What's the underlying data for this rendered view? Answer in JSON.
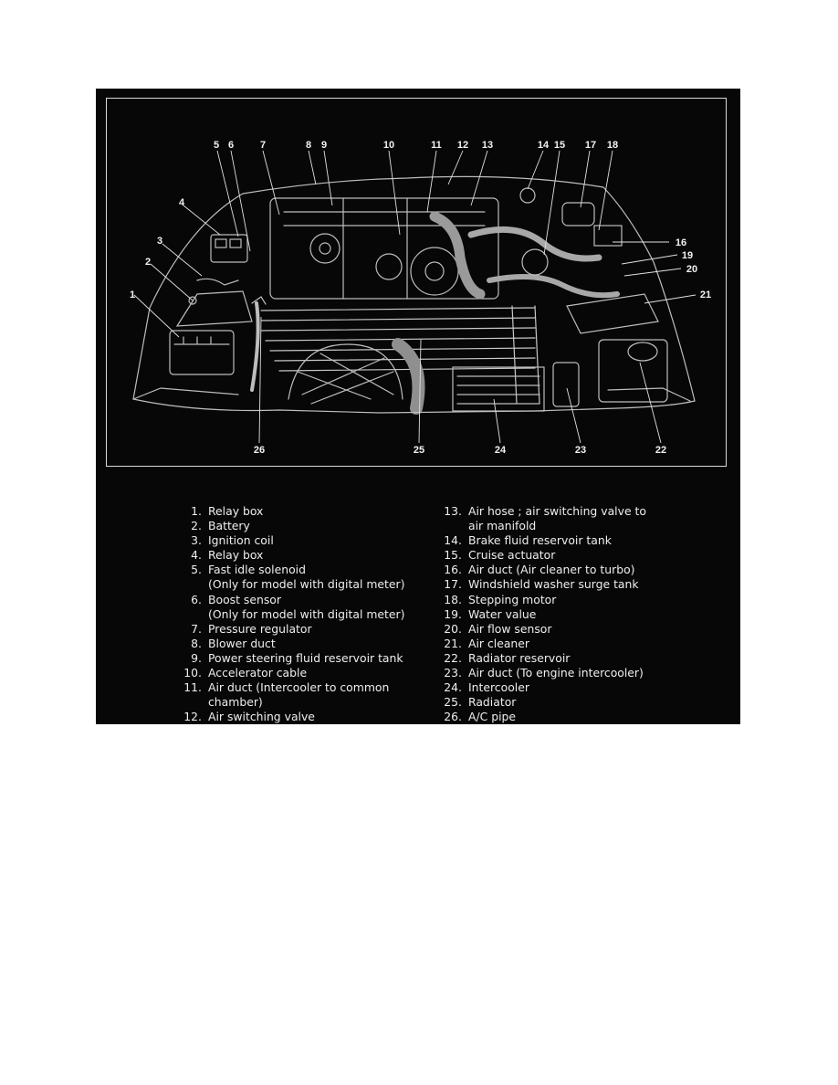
{
  "diagram": {
    "callouts": [
      "1",
      "2",
      "3",
      "4",
      "5",
      "6",
      "7",
      "8",
      "9",
      "10",
      "11",
      "12",
      "13",
      "14",
      "15",
      "16",
      "17",
      "18",
      "19",
      "20",
      "21",
      "22",
      "23",
      "24",
      "25",
      "26"
    ]
  },
  "legend": {
    "left": [
      {
        "num": "1.",
        "text": "Relay box"
      },
      {
        "num": "2.",
        "text": "Battery"
      },
      {
        "num": "3.",
        "text": "Ignition coil"
      },
      {
        "num": "4.",
        "text": "Relay box"
      },
      {
        "num": "5.",
        "text": "Fast idle solenoid"
      },
      {
        "num": "",
        "text": "(Only for model with digital meter)"
      },
      {
        "num": "6.",
        "text": "Boost sensor"
      },
      {
        "num": "",
        "text": "(Only for model with digital meter)"
      },
      {
        "num": "7.",
        "text": "Pressure regulator"
      },
      {
        "num": "8.",
        "text": "Blower duct"
      },
      {
        "num": "9.",
        "text": "Power steering fluid reservoir tank"
      },
      {
        "num": "10.",
        "text": "Accelerator cable"
      },
      {
        "num": "11.",
        "text": "Air duct (Intercooler to common"
      },
      {
        "num": "",
        "text": "chamber)"
      },
      {
        "num": "12.",
        "text": "Air switching valve"
      }
    ],
    "right": [
      {
        "num": "13.",
        "text": "Air hose ; air switching valve to"
      },
      {
        "num": "",
        "text": "air manifold"
      },
      {
        "num": "14.",
        "text": "Brake fluid reservoir tank"
      },
      {
        "num": "15.",
        "text": "Cruise actuator"
      },
      {
        "num": "16.",
        "text": "Air duct (Air cleaner to turbo)"
      },
      {
        "num": "17.",
        "text": "Windshield washer surge tank"
      },
      {
        "num": "18.",
        "text": "Stepping motor"
      },
      {
        "num": "19.",
        "text": "Water value"
      },
      {
        "num": "20.",
        "text": "Air flow sensor"
      },
      {
        "num": "21.",
        "text": "Air cleaner"
      },
      {
        "num": "22.",
        "text": "Radiator reservoir"
      },
      {
        "num": "23.",
        "text": "Air duct (To engine intercooler)"
      },
      {
        "num": "24.",
        "text": "Intercooler"
      },
      {
        "num": "25.",
        "text": "Radiator"
      },
      {
        "num": "26.",
        "text": "A/C pipe"
      }
    ]
  }
}
